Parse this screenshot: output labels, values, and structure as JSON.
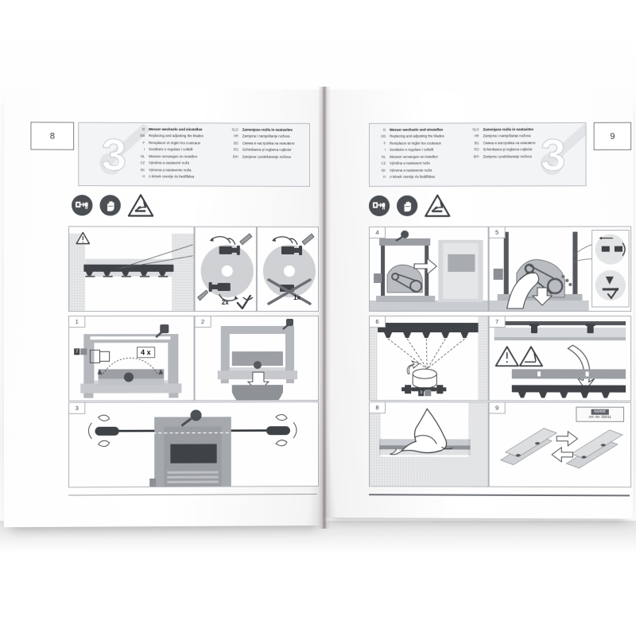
{
  "document": {
    "type": "open-instruction-manual-spread",
    "brand": "Güde",
    "section_number": "3"
  },
  "left_page": {
    "page_number": "8",
    "header": {
      "watermark_number": "3",
      "languages_left": [
        {
          "code": "D",
          "text": "Messer wechseln und einstellen"
        },
        {
          "code": "GB",
          "text": "Replacing and adjusting the blades"
        },
        {
          "code": "F",
          "text": "Remplacer et régler les couteaux"
        },
        {
          "code": "I",
          "text": "Sostituire e regolare i coltelli"
        },
        {
          "code": "NL",
          "text": "Messen vervangen en instellen"
        },
        {
          "code": "CZ",
          "text": "Výměna a nastavení nože"
        },
        {
          "code": "SK",
          "text": "Výmena a nastavenie noža"
        },
        {
          "code": "H",
          "text": "A kések cseréje és beállítása"
        }
      ],
      "languages_right": [
        {
          "code": "SLO",
          "text": "Zamenjava rezila in nastavitev"
        },
        {
          "code": "HR",
          "text": "Zamjena i namještanje noževa"
        },
        {
          "code": "BG",
          "text": "Смяна и настройка на ножовете"
        },
        {
          "code": "RO",
          "text": "Schimbarea şi reglarea cuţitelor"
        },
        {
          "code": "BIH",
          "text": "Zamjena i podešavanje noževa"
        }
      ]
    },
    "safety_icons": [
      {
        "name": "unplug-power-icon",
        "meaning": "Disconnect mains plug"
      },
      {
        "name": "wear-gloves-icon",
        "meaning": "Wear protective gloves"
      },
      {
        "name": "blade-hand-hazard-icon",
        "meaning": "Warning: cutting hazard to hands"
      }
    ],
    "panels": [
      {
        "id": "top-overview",
        "number": "",
        "labels": [],
        "caption": "Cutter block with blades — warning triangle, detail callout"
      },
      {
        "id": "detail-correct",
        "number": "",
        "labels": [
          "2x"
        ],
        "marker": "check",
        "caption": "Two blades fitted — correct"
      },
      {
        "id": "detail-wrong",
        "number": "",
        "labels": [
          "1x"
        ],
        "marker": "cross",
        "caption": "One blade fitted — incorrect"
      },
      {
        "id": "step-1",
        "number": "1",
        "labels": [
          "4 x"
        ],
        "badge": "2",
        "caption": "Remove four screws from the table"
      },
      {
        "id": "step-2",
        "number": "2",
        "labels": [],
        "caption": "Lift the table off downward"
      },
      {
        "id": "step-3",
        "number": "3",
        "labels": [],
        "caption": "Loosen screws on both sides with screwdrivers"
      }
    ]
  },
  "right_page": {
    "page_number": "9",
    "header": {
      "watermark_number": "3",
      "languages_left": [
        {
          "code": "D",
          "text": "Messer wechseln und einstellen"
        },
        {
          "code": "GB",
          "text": "Replacing and adjusting the blades"
        },
        {
          "code": "F",
          "text": "Remplacer et régler les couteaux"
        },
        {
          "code": "I",
          "text": "Sostituire e regolare i coltelli"
        },
        {
          "code": "NL",
          "text": "Messen vervangen en instellen"
        },
        {
          "code": "CZ",
          "text": "Výměna a nastavení nože"
        },
        {
          "code": "SK",
          "text": "Výmena a nastavenie noža"
        },
        {
          "code": "H",
          "text": "A kések cseréje és beállítása"
        }
      ],
      "languages_right": [
        {
          "code": "SLO",
          "text": "Zamenjava rezila in nastavitev"
        },
        {
          "code": "HR",
          "text": "Zamjena i namještanje noževa"
        },
        {
          "code": "BG",
          "text": "Смяна и настройка на ножовете"
        },
        {
          "code": "RO",
          "text": "Schimbarea şi reglarea cuţitelor"
        },
        {
          "code": "BIH",
          "text": "Zamjena i podešavanje noževa"
        }
      ]
    },
    "safety_icons": [
      {
        "name": "unplug-power-icon",
        "meaning": "Disconnect mains plug"
      },
      {
        "name": "wear-gloves-icon",
        "meaning": "Wear protective gloves"
      },
      {
        "name": "blade-hand-hazard-icon",
        "meaning": "Warning: cutting hazard to hands"
      }
    ],
    "panels": [
      {
        "id": "step-4",
        "number": "4",
        "labels": [],
        "caption": "Remove the side cover panel"
      },
      {
        "id": "step-5",
        "number": "5",
        "labels": [],
        "caption": "Take off the drive belt by hand"
      },
      {
        "id": "step-6",
        "number": "6",
        "labels": [],
        "badge": "3",
        "caption": "Loosen the blade clamping screws with the wrench and rotate the cutter block"
      },
      {
        "id": "step-7",
        "number": "7",
        "labels": [],
        "caption": "Warning: fit blade the correct way round"
      },
      {
        "id": "step-8",
        "number": "8",
        "labels": [],
        "caption": "Clean the blade seat with a cloth"
      },
      {
        "id": "step-9",
        "number": "9",
        "labels": [],
        "caption": "Replacement blade set — reversible blades"
      }
    ],
    "part_label": {
      "brand": "GÜDE",
      "article": "Art.-Nr. 55011"
    }
  },
  "colors": {
    "paper": "#fefefe",
    "header_band": "#f3f4f6",
    "rule": "#aeb2b8",
    "ink_dark": "#3d4146",
    "ink_mid": "#8b8f95",
    "ink_light": "#c9ccd1"
  }
}
